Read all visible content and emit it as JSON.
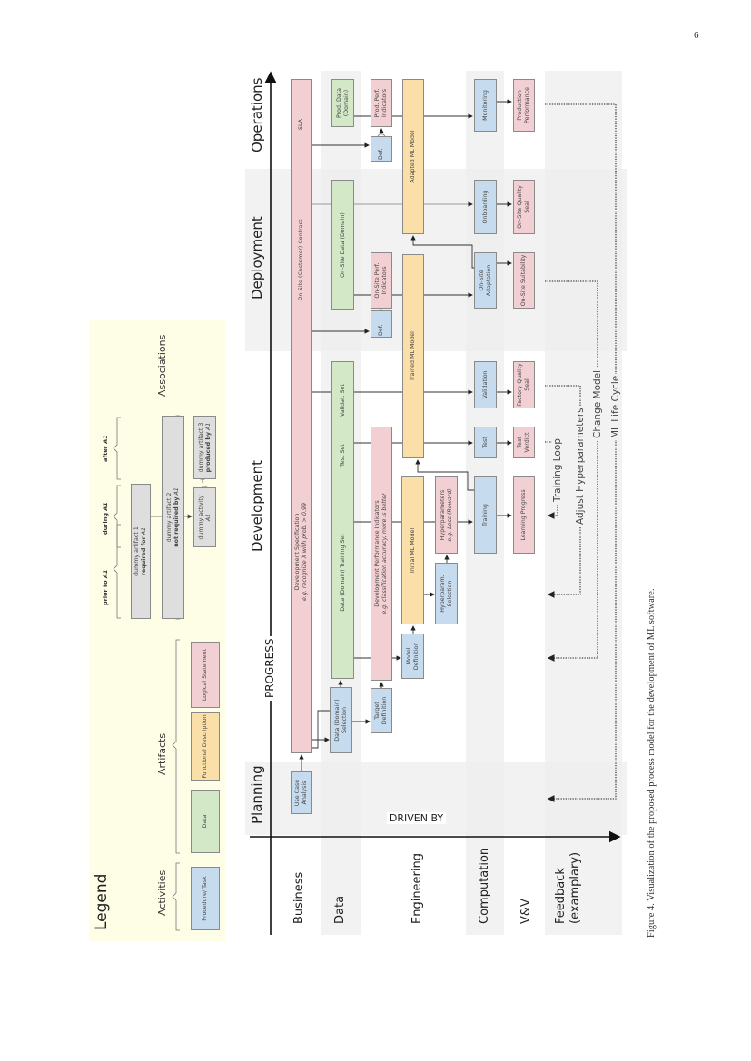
{
  "page": {
    "number": "6"
  },
  "figure": {
    "caption": "Figure 4.   Visualization of the proposed process model for the development of ML software.",
    "axes": {
      "progress": "PROGRESS",
      "driven_by": "DRIVEN BY"
    },
    "phases": [
      "Planning",
      "Development",
      "Deployment",
      "Operations"
    ],
    "lanes": [
      "Business",
      "Data",
      "Engineering",
      "Computation",
      "V&V",
      "Feedback\n(examplary)"
    ],
    "boxes": {
      "use_case_analysis": "Use Case Analysis",
      "dev_spec": "Development Specification",
      "dev_spec_example": "e.g. recognize X with prob. > 0.99",
      "onsite_contract": "On-Site (Customer) Contract",
      "sla": "SLA",
      "data_selection": "Data (Domain) Selection",
      "training_set": "Data (Domain) Training Set",
      "test_set": "Test Set",
      "validation_set": "Validat. Set",
      "onsite_data": "On-Site Data (Domain)",
      "prod_data": "Prod. Data (Domain)",
      "target_definition": "Target Definition",
      "dev_perf_indicators": "Development Performance Indicators",
      "dev_perf_example": "e.g. classification accuracy, more is better",
      "def_deploy": "Def.",
      "onsite_perf_indicators": "On-Site Perf. Indicators",
      "def_ops": "Def.",
      "prod_perf_indicators": "Prod. Perf. Indicators",
      "model_definition": "Model Definition",
      "initial_ml_model": "Initial ML Model",
      "trained_ml_model": "Trained ML Model",
      "adapted_ml_model": "Adapted ML Model",
      "hyperparam_selection": "Hyperparam. Selection",
      "hyperparameters": "Hyperparameters",
      "hyperparameters_example": "e.g. Loss (Reward)",
      "training": "Training",
      "test": "Test",
      "validation": "Validation",
      "onsite_adaptation": "On-Site Adaptation",
      "onboarding": "Onboarding",
      "monitoring": "Monitoring",
      "learning_progress": "Learning Progress",
      "test_verdict": "Test Verdict",
      "factory_quality_seal": "Factory Quality Seal",
      "onsite_suitability": "On-Site Suitability",
      "onsite_quality_seal": "On-Site Quality Seal",
      "production_performance": "Production Performance"
    },
    "feedback": [
      "Training Loop",
      "Adjust Hyperparameters",
      "Change Model",
      "ML Life Cycle"
    ]
  },
  "legend": {
    "title": "Legend",
    "activities_label": "Activities",
    "artifacts_label": "Artifacts",
    "associations_label": "Associations",
    "procedure_task": "Procedure/ Task",
    "data": "Data",
    "functional_description": "Functional Description",
    "logical_statement": "Logical Statement",
    "prior_to": "prior to",
    "during": "during",
    "after": "after",
    "a1": "A1",
    "dummy_artifact_1": "dummy artifact 1",
    "required_for": "required for",
    "dummy_artifact_2": "dummy artifact 2",
    "not_required_by": "not required by",
    "dummy_activity": "dummy activity",
    "dummy_artifact_3": "dummy artifact 3",
    "produced_by": "produced by"
  },
  "colors": {
    "activity": "#c7dbee",
    "data": "#d3e8c7",
    "functional": "#fbdfa8",
    "logical": "#f2cfd3",
    "legend_bg": "#fefde6"
  }
}
